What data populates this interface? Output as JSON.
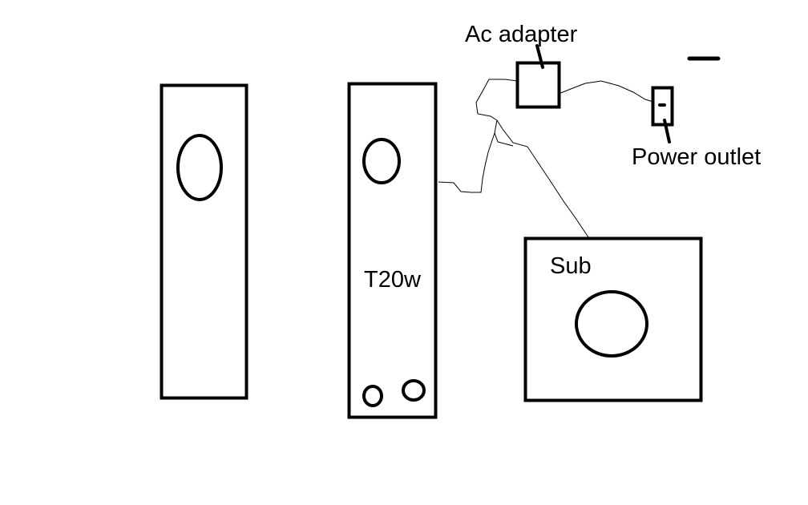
{
  "labels": {
    "ac_adapter": "Ac adapter",
    "power_outlet": "Power outlet",
    "amplifier_speaker": "T20w",
    "subwoofer": "Sub"
  },
  "colors": {
    "background": "#ffffff",
    "stroke": "#000000"
  }
}
